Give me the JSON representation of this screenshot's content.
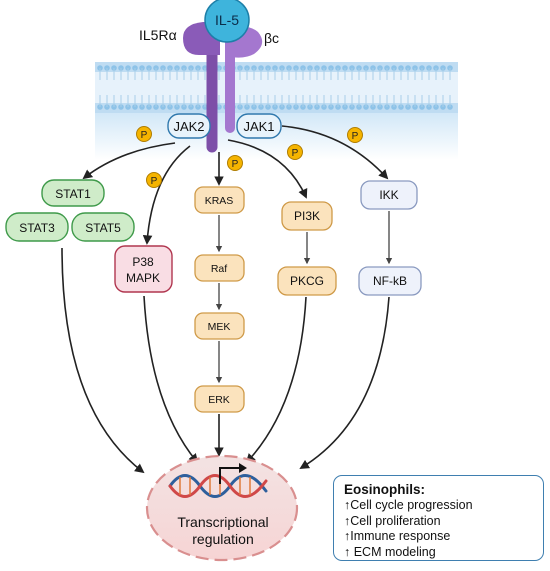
{
  "labels": {
    "il5": "IL-5",
    "il5ra": "IL5Rα",
    "bc": "βc",
    "jak2": "JAK2",
    "jak1": "JAK1",
    "p": "P"
  },
  "pathways": {
    "stat1": "STAT1",
    "stat3": "STAT3",
    "stat5": "STAT5",
    "p38_line1": "P38",
    "p38_line2": "MAPK",
    "kras": "KRAS",
    "raf": "Raf",
    "mek": "MEK",
    "erk": "ERK",
    "pi3k": "PI3K",
    "pkcg": "PKCG",
    "ikk": "IKK",
    "nfkb": "NF-kB"
  },
  "nucleus": {
    "line1": "Transcriptional",
    "line2": "regulation"
  },
  "eosinophils": {
    "title": "Eosinophils:",
    "items": [
      "↑Cell cycle progression",
      "↑Cell proliferation",
      "↑Immune response",
      "↑ ECM modeling"
    ]
  },
  "colors": {
    "receptor": "#8a5bb8",
    "il5_fill": "#3eb4dc",
    "stat_fill": "#cfecc9",
    "stat_stroke": "#3f9a4a",
    "mapk_fill": "#f9dde4",
    "mapk_stroke": "#b0364f",
    "kinase_fill": "#fbe3bd",
    "kinase_stroke": "#cf9a48",
    "ikk_fill": "#eef2fb",
    "ikk_stroke": "#8a9ac0",
    "phospho": "#f5b400",
    "nucleus_fill": "#f4dede",
    "nucleus_stroke": "#d98f8f"
  }
}
